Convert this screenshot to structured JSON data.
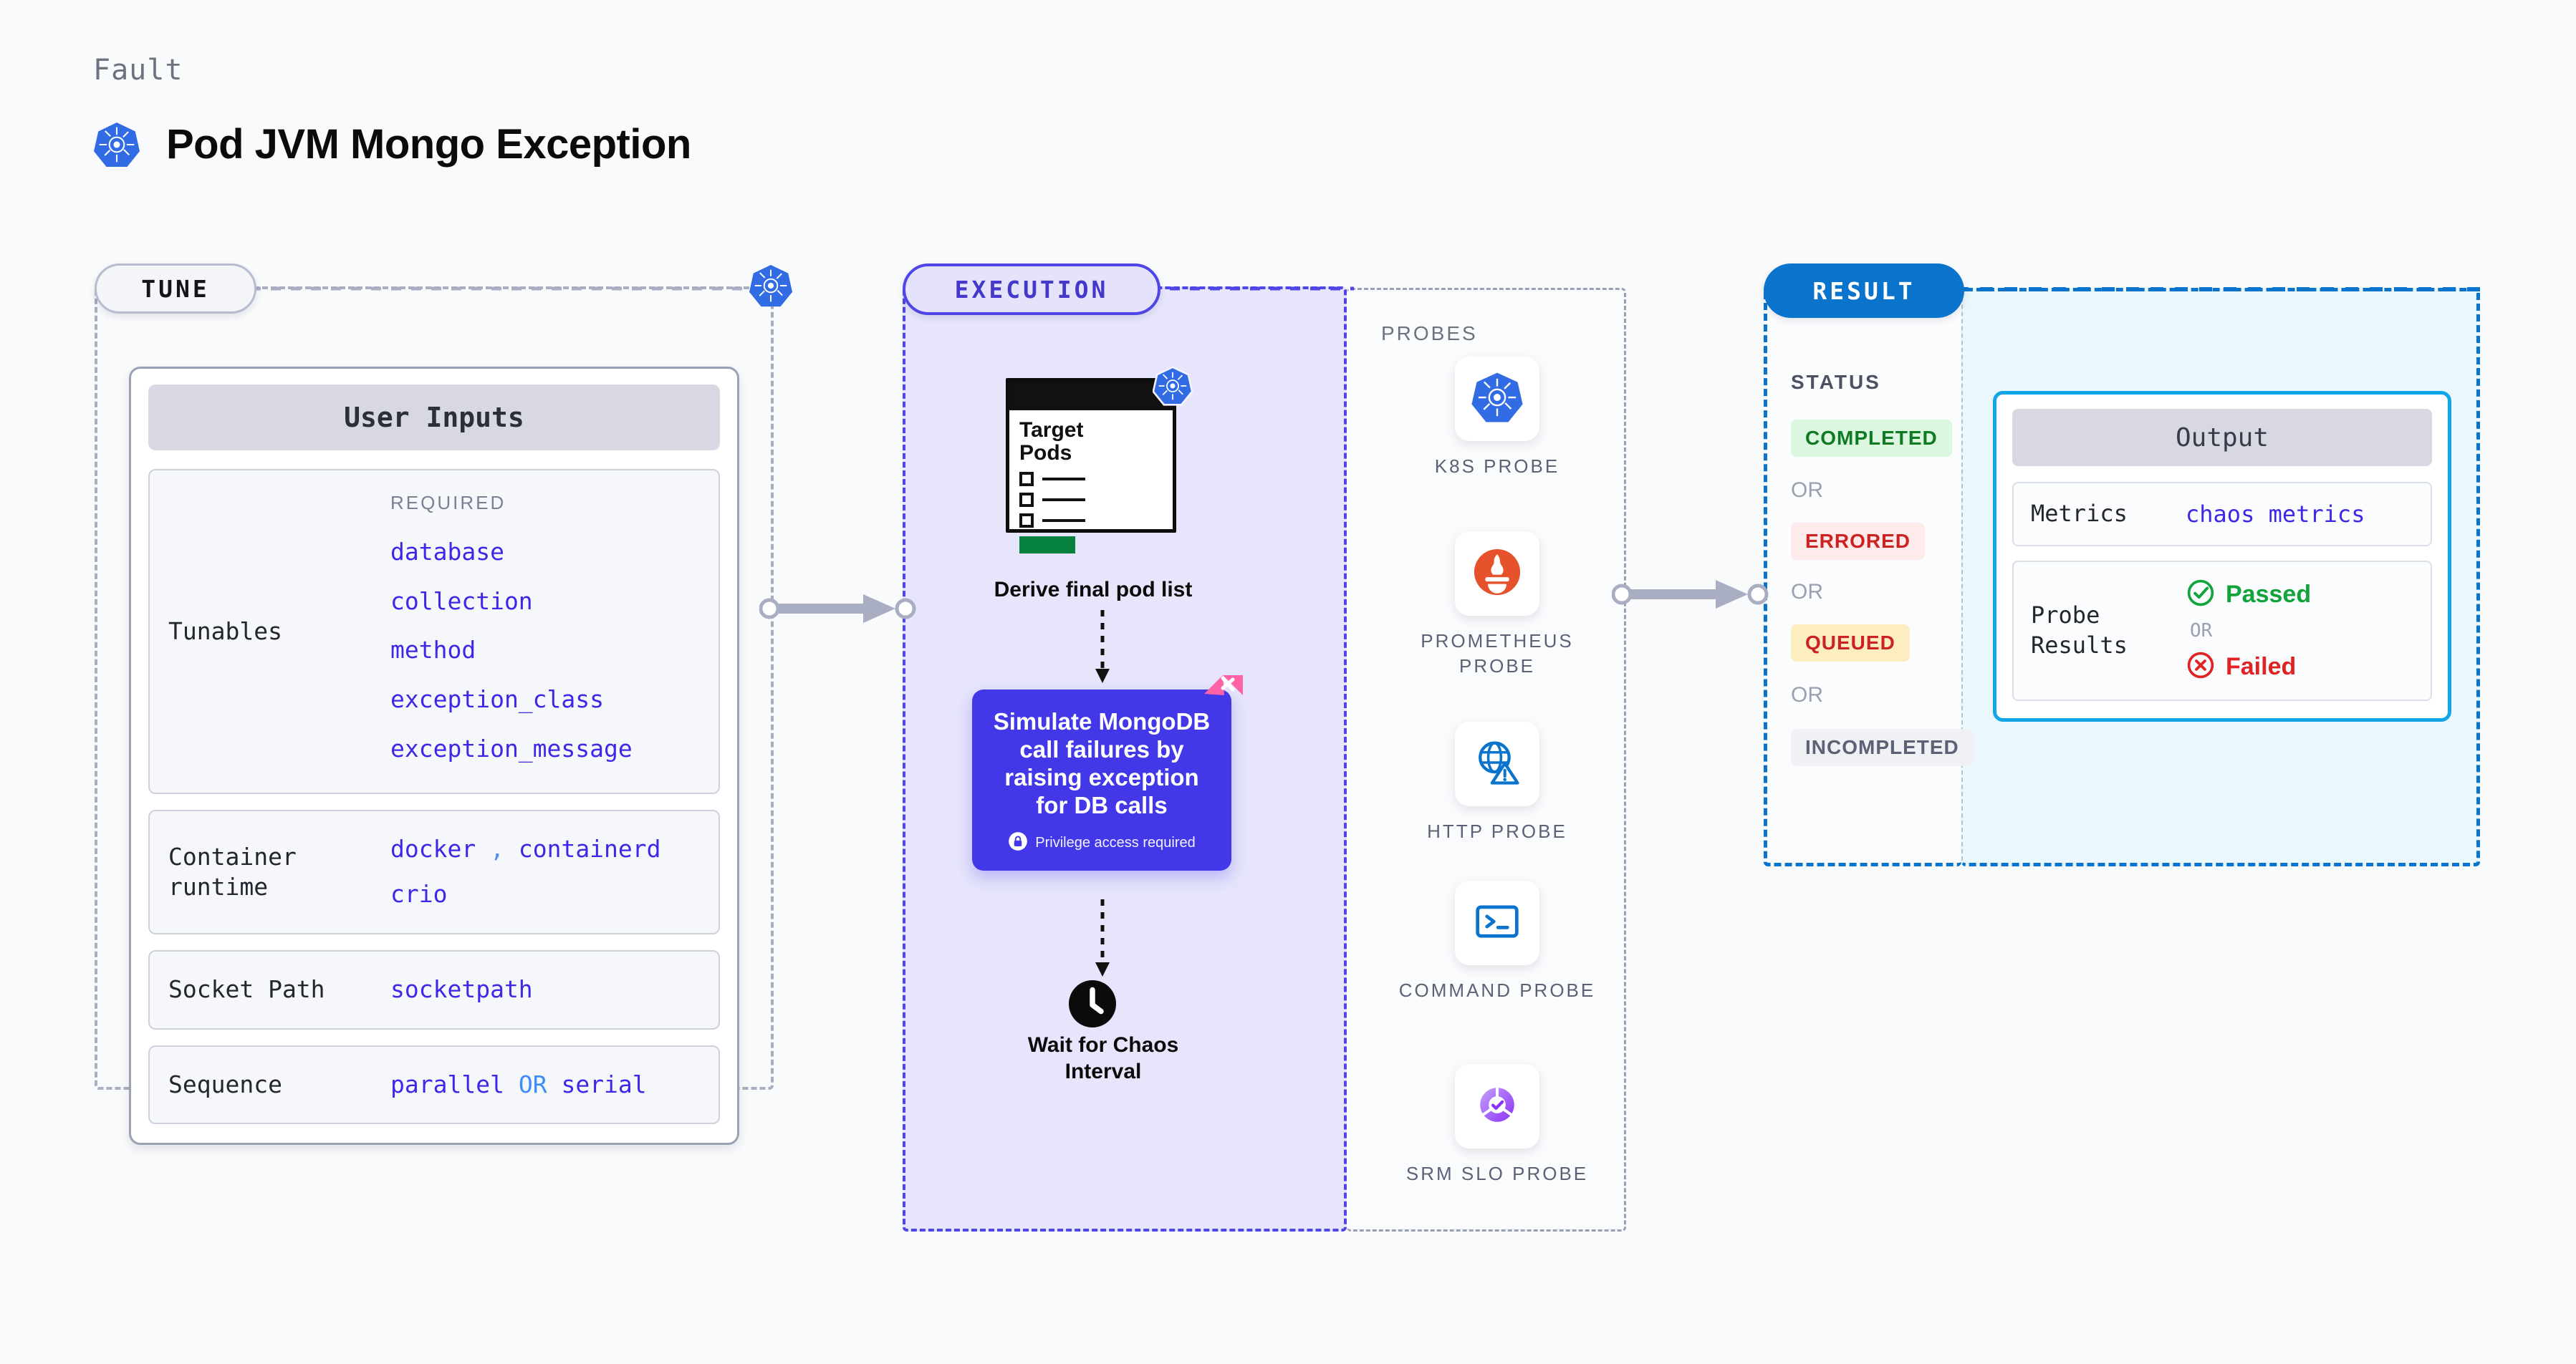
{
  "header": {
    "kicker": "Fault",
    "title": "Pod JVM Mongo Exception",
    "logo_icon": "kubernetes-icon"
  },
  "stages": {
    "tune": {
      "label": "TUNE",
      "badge_icon": "kubernetes-icon"
    },
    "execution": {
      "label": "EXECUTION"
    },
    "result": {
      "label": "RESULT"
    }
  },
  "tune": {
    "card_title": "User Inputs",
    "rows": [
      {
        "label": "Tunables",
        "kicker": "REQUIRED",
        "values": [
          "database",
          "collection",
          "method",
          "exception_class",
          "exception_message"
        ]
      },
      {
        "label": "Container runtime",
        "values": [
          "docker",
          "containerd",
          "crio"
        ],
        "separator": ","
      },
      {
        "label": "Socket Path",
        "values": [
          "socketpath"
        ]
      },
      {
        "label": "Sequence",
        "values": [
          "parallel",
          "serial"
        ],
        "separator": "OR"
      }
    ]
  },
  "execution": {
    "target_card": {
      "title_line1": "Target",
      "title_line2": "Pods",
      "badge_icon": "kubernetes-icon"
    },
    "derive_caption": "Derive final pod list",
    "action": {
      "text": "Simulate MongoDB call failures by raising exception for DB calls",
      "privilege_icon": "lock-icon",
      "privilege_text": "Privilege access required",
      "ribbon_icon": "harness-ribbon-icon",
      "accent": "#4338e8"
    },
    "wait": {
      "icon": "clock-icon",
      "caption_line1": "Wait for Chaos",
      "caption_line2": "Interval"
    }
  },
  "probes": {
    "kicker": "PROBES",
    "items": [
      {
        "label": "K8S PROBE",
        "icon": "kubernetes-icon"
      },
      {
        "label": "PROMETHEUS PROBE",
        "icon": "prometheus-icon"
      },
      {
        "label": "HTTP PROBE",
        "icon": "globe-warning-icon"
      },
      {
        "label": "COMMAND PROBE",
        "icon": "terminal-icon"
      },
      {
        "label": "SRM SLO PROBE",
        "icon": "slo-donut-check-icon"
      }
    ]
  },
  "result": {
    "status_kicker": "STATUS",
    "or_label": "OR",
    "statuses": [
      {
        "label": "COMPLETED",
        "color": "#0f7a23",
        "bg": "#dcf7e0"
      },
      {
        "label": "ERRORED",
        "color": "#cc2222",
        "bg": "#fdeaea"
      },
      {
        "label": "QUEUED",
        "color": "#cc2222",
        "bg": "#fdeec2"
      },
      {
        "label": "INCOMPLETED",
        "color": "#5b6276",
        "bg": "#f0f1f5"
      }
    ]
  },
  "output": {
    "card_title": "Output",
    "metrics_label": "Metrics",
    "metrics_value": "chaos metrics",
    "probe_results_label": "Probe Results",
    "passed_label": "Passed",
    "failed_label": "Failed",
    "or_label": "OR",
    "passed_icon": "check-circle-icon",
    "failed_icon": "x-circle-icon"
  }
}
